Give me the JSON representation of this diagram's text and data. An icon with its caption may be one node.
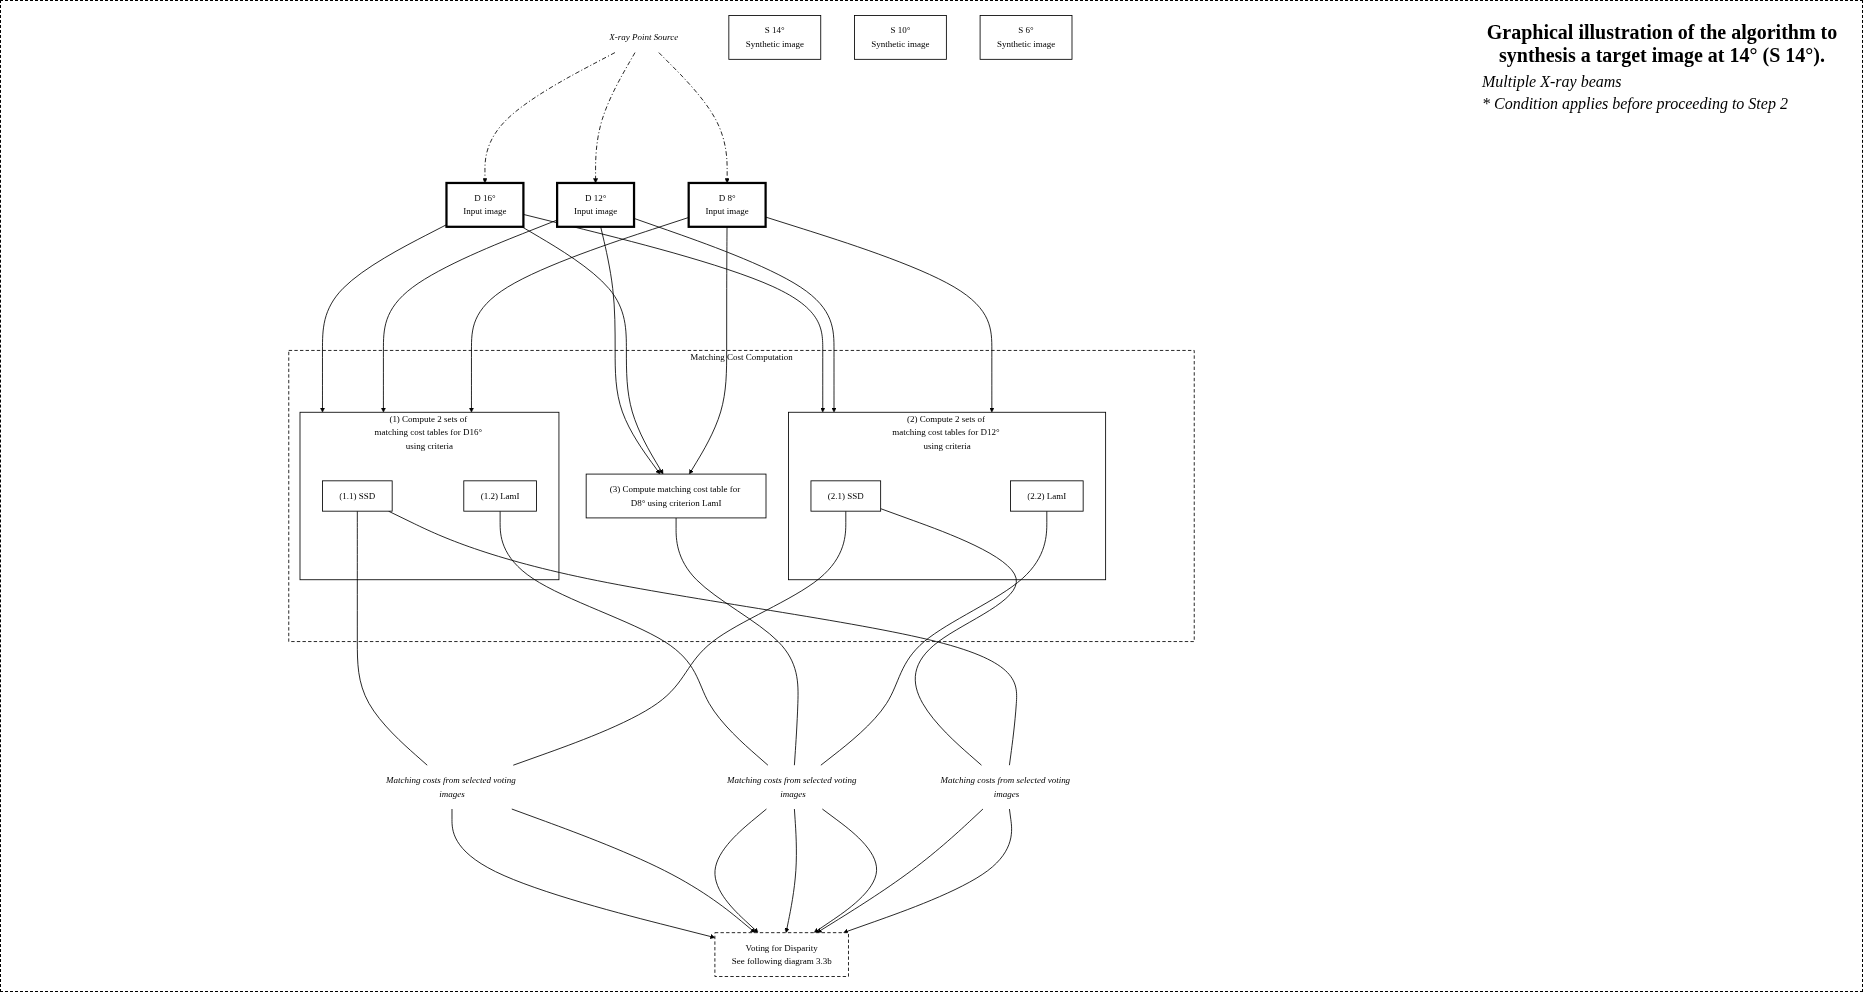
{
  "diagram": {
    "title": "Graphical illustration of the algorithm to synthesis a target image at 14° (S 14°).",
    "nodes": [
      {
        "text": [
          "X-ray Point Source"
        ]
      },
      {
        "text": [
          "D 16°",
          "Input image"
        ]
      },
      {
        "text": [
          "S 14°",
          "Synthetic image"
        ]
      },
      {
        "text": [
          "D 12°",
          "Input image"
        ]
      },
      {
        "text": [
          "S 10°",
          "Synthetic image"
        ]
      },
      {
        "text": [
          "D 8°",
          "Input image"
        ]
      },
      {
        "text": [
          "S 6°",
          "Synthetic image"
        ]
      },
      {
        "text": [
          "Matching Cost Computation"
        ]
      },
      {
        "text": [
          "(1) Compute 2 sets of matching cost tables for D16° using criteria"
        ],
        "in": 7
      },
      {
        "text": [
          "(1.1) SSD"
        ],
        "in": 8
      },
      {
        "text": [
          "(1.2) LamI"
        ],
        "in": 8
      },
      {
        "text": [
          "(2) Compute 2 sets of matching cost tables for D12° using criteria"
        ],
        "in": 7
      },
      {
        "text": [
          "(2.1) SSD"
        ],
        "in": 11
      },
      {
        "text": [
          "(2.2) LamI"
        ],
        "in": 11
      },
      {
        "text": [
          "(3) Compute matching cost table for D8° using criterion LamI"
        ],
        "in": 7
      },
      {
        "text": [
          "Matching costs from selected voting images"
        ]
      },
      {
        "text": [
          "Matching costs from selected voting images"
        ]
      },
      {
        "text": [
          "Matching costs from selected voting images"
        ]
      },
      {
        "text": [
          "Voting for Disparity",
          "See following diagram 3.3b"
        ]
      }
    ],
    "edges": [
      {
        "from": 0,
        "to": 1,
        "arrow": "to",
        "style": "dashed"
      },
      {
        "from": 0,
        "to": 3,
        "arrow": "to",
        "style": "dashed"
      },
      {
        "from": 0,
        "to": 5,
        "arrow": "to",
        "style": "dashed"
      },
      {
        "from": 1,
        "to": 8,
        "arrow": "to"
      },
      {
        "from": 3,
        "to": 8,
        "arrow": "to"
      },
      {
        "from": 5,
        "to": 8,
        "arrow": "to"
      },
      {
        "from": 1,
        "to": 11,
        "arrow": "to"
      },
      {
        "from": 3,
        "to": 11,
        "arrow": "to"
      },
      {
        "from": 5,
        "to": 11,
        "arrow": "to"
      },
      {
        "from": 3,
        "to": 14,
        "arrow": "to"
      },
      {
        "from": 1,
        "to": 14,
        "arrow": "to"
      },
      {
        "from": 5,
        "to": 14,
        "arrow": "to"
      },
      {
        "from": 9,
        "to": 15,
        "arrow": "none"
      },
      {
        "from": 12,
        "to": 15,
        "arrow": "none"
      },
      {
        "from": 10,
        "to": 16,
        "arrow": "none"
      },
      {
        "from": 14,
        "to": 16,
        "arrow": "none"
      },
      {
        "from": 13,
        "to": 16,
        "arrow": "none"
      },
      {
        "from": 12,
        "to": 17,
        "arrow": "none"
      },
      {
        "from": 9,
        "to": 17,
        "arrow": "none"
      },
      {
        "from": 15,
        "to": 18,
        "arrow": "to"
      },
      {
        "from": 15,
        "to": 18,
        "arrow": "to"
      },
      {
        "from": 16,
        "to": 18,
        "arrow": "to"
      },
      {
        "from": 16,
        "to": 18,
        "arrow": "to"
      },
      {
        "from": 16,
        "to": 18,
        "arrow": "to"
      },
      {
        "from": 17,
        "to": 18,
        "arrow": "to"
      },
      {
        "from": 17,
        "to": 18,
        "arrow": "to"
      }
    ],
    "labels": [
      "Multiple X-ray beams",
      "* Condition applies before proceeding to Step 2"
    ]
  }
}
